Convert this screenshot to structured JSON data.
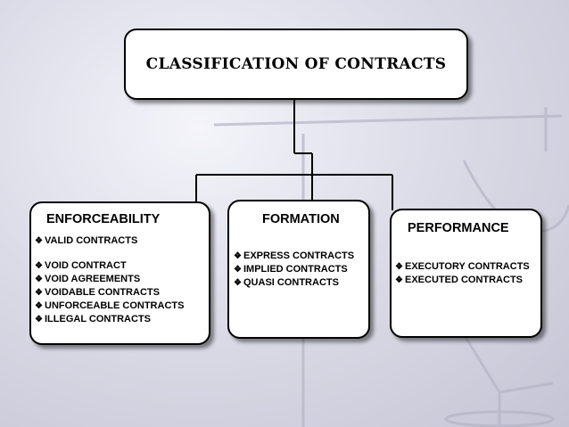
{
  "title": "CLASSIFICATION OF CONTRACTS",
  "columns": [
    {
      "heading": "ENFORCEABILITY",
      "items": [
        "VALID CONTRACTS",
        "VOID CONTRACT",
        "VOID AGREEMENTS",
        "VOIDABLE CONTRACTS",
        "UNFORCEABLE CONTRACTS",
        "ILLEGAL CONTRACTS"
      ]
    },
    {
      "heading": "FORMATION",
      "items": [
        "EXPRESS CONTRACTS",
        "IMPLIED CONTRACTS",
        "QUASI CONTRACTS"
      ]
    },
    {
      "heading": "PERFORMANCE",
      "items": [
        "EXECUTORY CONTRACTS",
        "EXECUTED CONTRACTS"
      ]
    }
  ],
  "bullet_symbol": "❖",
  "colors": {
    "background": "#d6d6e2",
    "box_fill": "#ffffff",
    "line": "#000000"
  },
  "icons": [
    "scales-of-justice-watermark"
  ]
}
